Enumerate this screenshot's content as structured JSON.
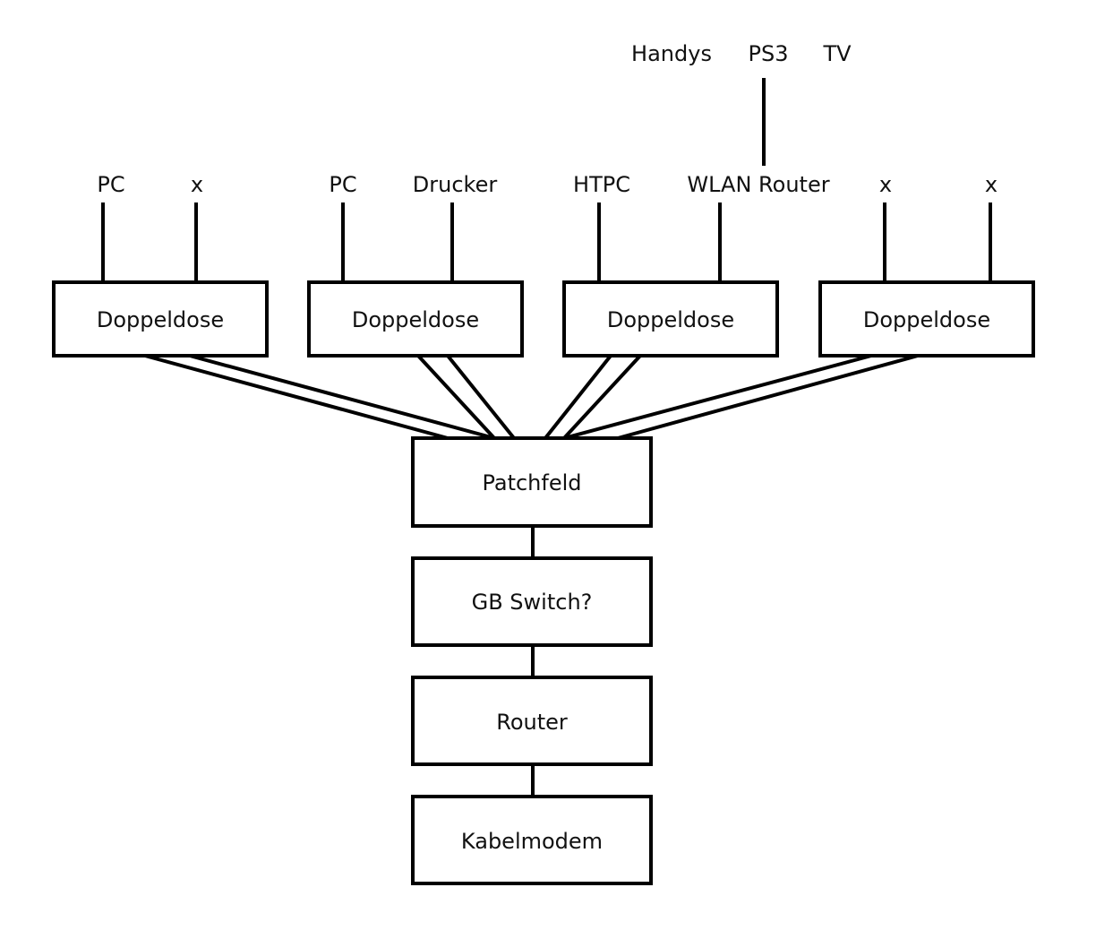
{
  "diagram": {
    "type": "network-topology",
    "colors": {
      "line": "#000000",
      "background": "#ffffff",
      "text": "#111111"
    },
    "wireless_devices": [
      {
        "id": "handys",
        "label": "Handys"
      },
      {
        "id": "ps3",
        "label": "PS3"
      },
      {
        "id": "tv",
        "label": "TV"
      }
    ],
    "outlets": [
      {
        "id": "dose1",
        "label": "Doppeldose",
        "ports": [
          {
            "label": "PC"
          },
          {
            "label": "x"
          }
        ]
      },
      {
        "id": "dose2",
        "label": "Doppeldose",
        "ports": [
          {
            "label": "PC"
          },
          {
            "label": "Drucker"
          }
        ]
      },
      {
        "id": "dose3",
        "label": "Doppeldose",
        "ports": [
          {
            "label": "HTPC"
          },
          {
            "label": "WLAN Router"
          }
        ]
      },
      {
        "id": "dose4",
        "label": "Doppeldose",
        "ports": [
          {
            "label": "x"
          },
          {
            "label": "x"
          }
        ]
      }
    ],
    "chain": [
      {
        "id": "patchfeld",
        "label": "Patchfeld"
      },
      {
        "id": "switch",
        "label": "GB Switch?"
      },
      {
        "id": "router",
        "label": "Router"
      },
      {
        "id": "modem",
        "label": "Kabelmodem"
      }
    ],
    "edges": [
      {
        "from": "ps3",
        "to": "dose3.port2"
      },
      {
        "from": "dose1",
        "to": "patchfeld",
        "cables": 2
      },
      {
        "from": "dose2",
        "to": "patchfeld",
        "cables": 2
      },
      {
        "from": "dose3",
        "to": "patchfeld",
        "cables": 2
      },
      {
        "from": "dose4",
        "to": "patchfeld",
        "cables": 2
      },
      {
        "from": "patchfeld",
        "to": "switch"
      },
      {
        "from": "switch",
        "to": "router"
      },
      {
        "from": "router",
        "to": "modem"
      }
    ]
  }
}
